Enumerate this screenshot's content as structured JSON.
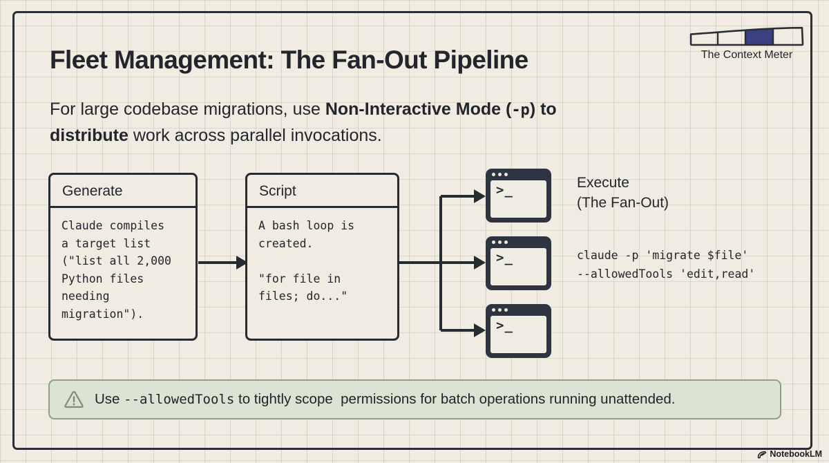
{
  "colors": {
    "background": "#f0ece1",
    "ink": "#262b31",
    "meter_fill": "#3a4080",
    "terminal_dark": "#2f3540",
    "banner_background": "#dde3d3",
    "banner_border": "#8fa083"
  },
  "header": {
    "title": "Fleet Management: The Fan-Out Pipeline",
    "context_meter": {
      "label": "The Context Meter",
      "segments": 4,
      "filled_segment_index": 2
    }
  },
  "subtitle": {
    "line1_pre": "For large codebase migrations, use ",
    "line1_bold": "Non-Interactive Mode",
    "line1_mid": " (",
    "line1_code": "-p",
    "line1_post": ") to",
    "line2_bold": "distribute",
    "line2_rest": " work across parallel invocations."
  },
  "pipeline": {
    "generate": {
      "title": "Generate",
      "body": "Claude compiles\na target list\n(\"list all 2,000\nPython files\nneeding\nmigration\")."
    },
    "script": {
      "title": "Script",
      "body": "A bash loop is\ncreated.\n\n\"for file in\nfiles; do...\""
    },
    "execute": {
      "title": "Execute",
      "subtitle": "(The Fan-Out)",
      "code": "claude -p 'migrate $file'\n--allowedTools 'edit,read'"
    },
    "terminal_prompt": ">_",
    "terminal_count": 3
  },
  "warning": {
    "pre": "Use ",
    "code": "--allowedTools",
    "post": " to tightly scope  permissions for batch operations running unattended."
  },
  "footer": {
    "brand": "NotebookLM"
  }
}
